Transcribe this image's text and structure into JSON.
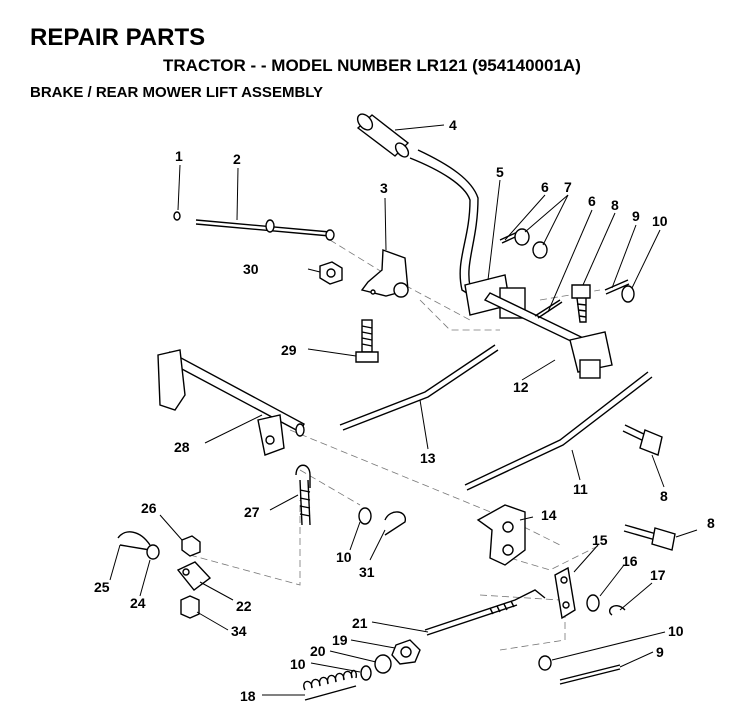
{
  "header": {
    "title": "REPAIR PARTS",
    "subtitle": "TRACTOR - - MODEL NUMBER LR121 (954140001A)",
    "section": "BRAKE / REAR MOWER LIFT ASSEMBLY"
  },
  "callouts": {
    "c1": "1",
    "c2": "2",
    "c3": "3",
    "c4": "4",
    "c5": "5",
    "c6a": "6",
    "c6b": "6",
    "c7": "7",
    "c8a": "8",
    "c8b": "8",
    "c8c": "8",
    "c9a": "9",
    "c9b": "9",
    "c10a": "10",
    "c10b": "10",
    "c10c": "10",
    "c10d": "10",
    "c11": "11",
    "c12": "12",
    "c13": "13",
    "c14": "14",
    "c15": "15",
    "c16": "16",
    "c17": "17",
    "c18": "18",
    "c19": "19",
    "c20": "20",
    "c21": "21",
    "c22": "22",
    "c24": "24",
    "c25": "25",
    "c26": "26",
    "c27": "27",
    "c28": "28",
    "c29": "29",
    "c30": "30",
    "c31": "31",
    "c34": "34"
  }
}
